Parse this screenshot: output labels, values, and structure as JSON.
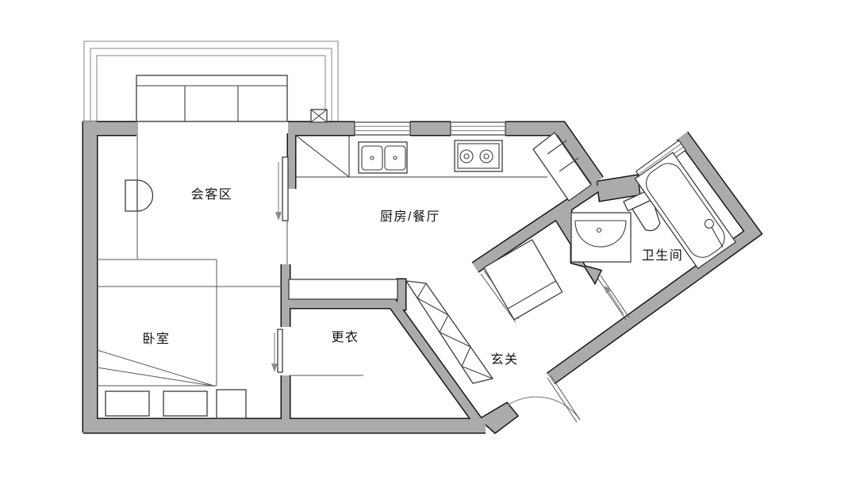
{
  "plan": {
    "type": "apartment-floor-plan",
    "rooms": {
      "living": {
        "label": "会客区"
      },
      "kitchen": {
        "label": "厨房/餐厅"
      },
      "bedroom": {
        "label": "卧室"
      },
      "dressing": {
        "label": "更衣"
      },
      "entry": {
        "label": "玄关"
      },
      "bathroom": {
        "label": "卫生间"
      }
    },
    "fixtures": [
      "sofa",
      "armchair",
      "bed",
      "pillows",
      "nightstand",
      "corner-cabinet",
      "kitchen-sink",
      "stove",
      "fridge-cabinet",
      "bench-cabinet",
      "wardrobe",
      "washer",
      "vanity-sink",
      "toilet",
      "bathtub",
      "entry-door",
      "sliding-doors",
      "balcony",
      "vent-box"
    ],
    "colors": {
      "wall": "#ababab",
      "outline": "#161616",
      "furniture": "#3c3c3c",
      "thin_lines": "#8c8c8c",
      "background": "#ffffff"
    }
  }
}
